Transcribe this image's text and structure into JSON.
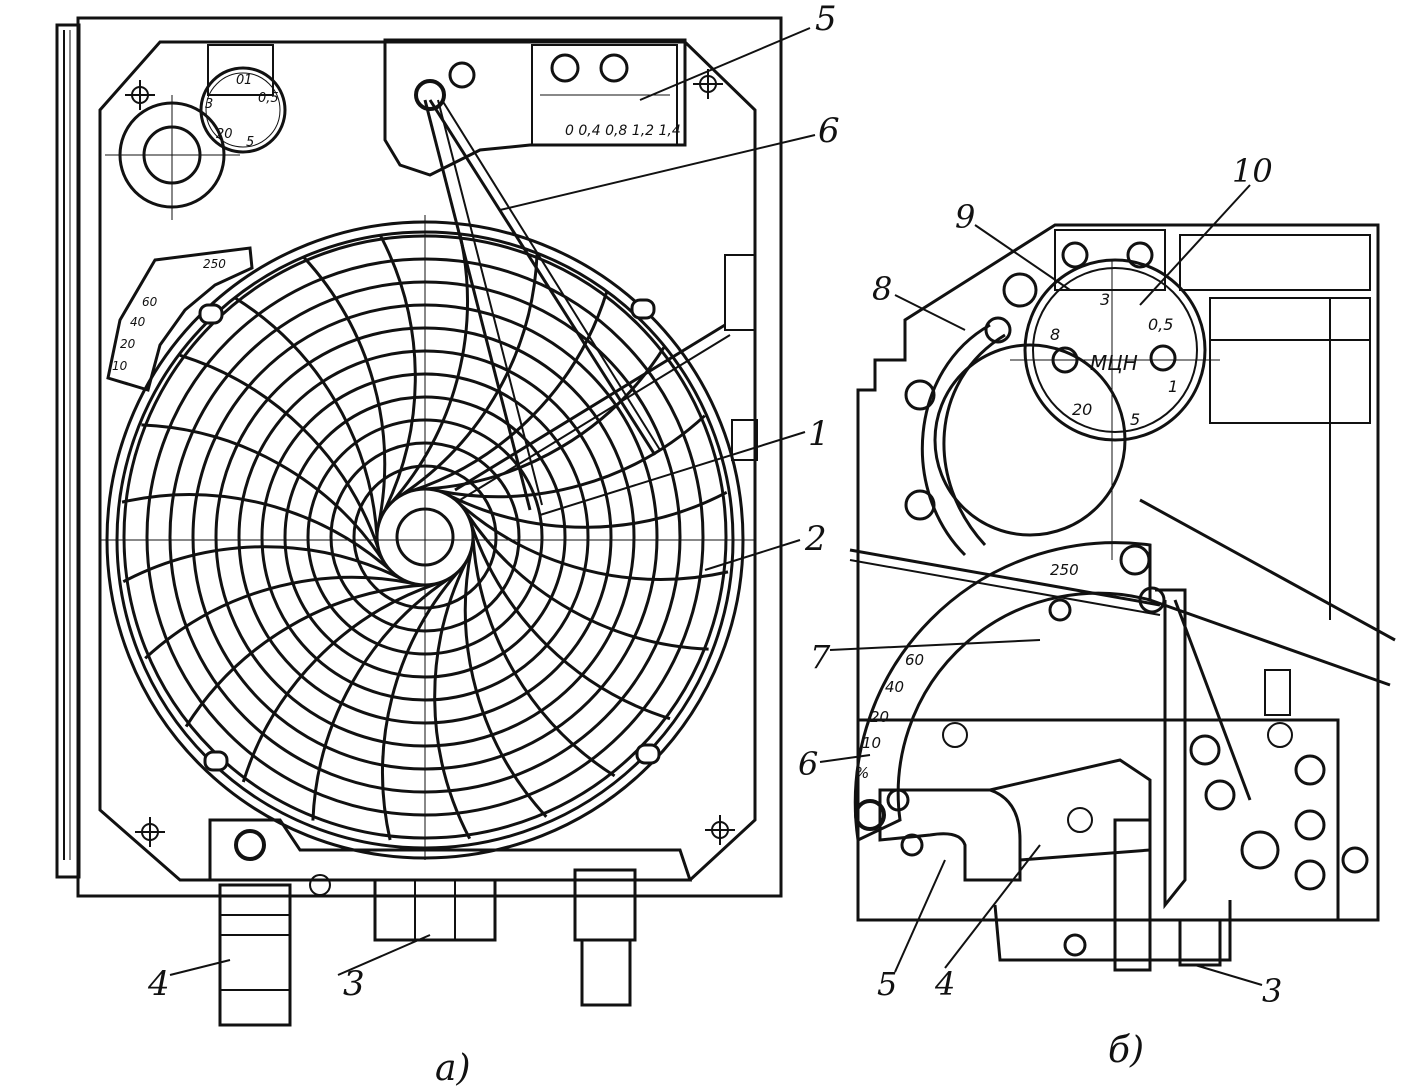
{
  "figure": {
    "panel_a": {
      "caption": "а)",
      "callouts": [
        "1",
        "2",
        "3",
        "4",
        "5",
        "6"
      ],
      "dial_labels": [
        "0",
        "1",
        "0,5",
        "20",
        "5",
        "3"
      ],
      "scale_labels": [
        "250",
        "60",
        "40",
        "20",
        "10"
      ],
      "ruler_labels": [
        "0 0,4 0,8 1,2 1,4"
      ]
    },
    "panel_b": {
      "caption": "б)",
      "callouts": [
        "10",
        "9",
        "8",
        "7",
        "6",
        "5",
        "4",
        "3"
      ],
      "dial_labels": [
        "3",
        "МЦН",
        "0,5",
        "8",
        "1",
        "20",
        "5"
      ],
      "scale_labels": [
        "250",
        "60",
        "40",
        "20",
        "10",
        "%"
      ]
    }
  }
}
